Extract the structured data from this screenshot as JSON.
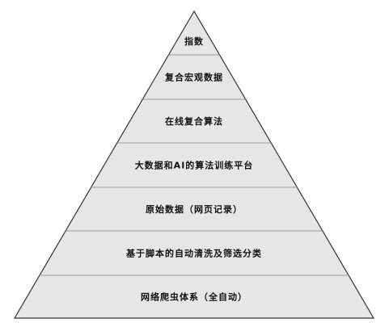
{
  "pyramid": {
    "fill_color": "#e6e6e6",
    "stroke_color": "#333333",
    "layers": [
      {
        "label": "指数"
      },
      {
        "label": "复合宏观数据"
      },
      {
        "label": "在线复合算法"
      },
      {
        "label": "大数据和AI的算法训练平台"
      },
      {
        "label": "原始数据（网页记录）"
      },
      {
        "label": "基于脚本的自动清洗及筛选分类"
      },
      {
        "label": "网络爬虫体系（全自动）"
      }
    ]
  }
}
